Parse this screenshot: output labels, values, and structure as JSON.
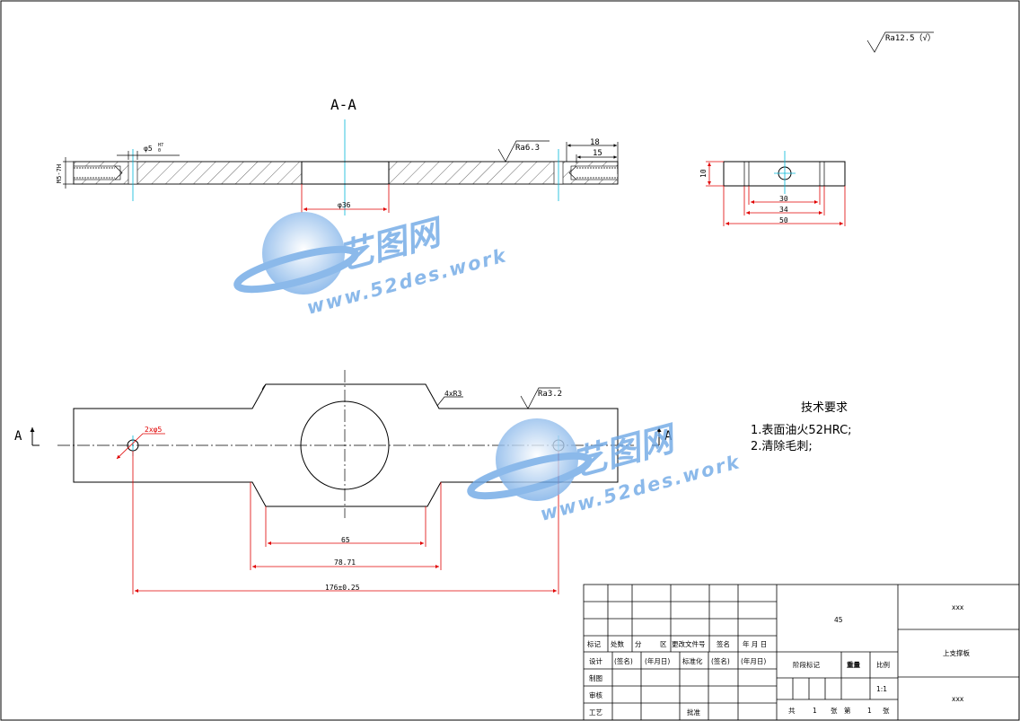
{
  "surface_roughness_default": "Ra12.5（√）",
  "section_label": "A-A",
  "section_view": {
    "thread_label": "M5-7H",
    "hole_label": "φ5",
    "hole_tol_upper": "H7",
    "hole_tol_lower": "0",
    "roughness": "Ra6.3",
    "dim_36": "φ36",
    "dim_18": "18",
    "dim_15": "15"
  },
  "side_view": {
    "dim_10": "10",
    "dim_30": "30",
    "dim_34": "34",
    "dim_50": "50"
  },
  "plan_view": {
    "fillet_label": "4xR3",
    "roughness": "Ra3.2",
    "holes_label": "2xφ5",
    "dim_65": "65",
    "dim_7871": "78.71",
    "dim_176": "176±0.25",
    "section_mark_left": "A",
    "section_mark_right": "A"
  },
  "tech_requirements": {
    "title": "技术要求",
    "items": [
      "1.表面油火52HRC;",
      "2.清除毛刺;"
    ]
  },
  "watermark": {
    "brand": "艺图网",
    "url": "www.52des.work"
  },
  "title_block": {
    "headers": [
      "标记",
      "处数",
      "分",
      "区",
      "更改文件号",
      "签名",
      "年 月 日"
    ],
    "row_design": [
      "设计",
      "(签名)",
      "(年月日)",
      "标准化",
      "(签名)",
      "(年月日)"
    ],
    "drafting": "制图",
    "review": "审核",
    "process": "工艺",
    "approve": "批准",
    "material": "45",
    "stage_mark": "阶段标记",
    "weight": "重量",
    "scale_label": "比例",
    "scale_value": "1:1",
    "sheets_total_label": "共",
    "sheets_total": "1",
    "sheets_unit": "张",
    "sheet_no_label": "第",
    "sheet_no": "1",
    "sheet_no_unit": "张",
    "company": "xxx",
    "part_name": "上支撑板",
    "drawing_no": "xxx"
  }
}
